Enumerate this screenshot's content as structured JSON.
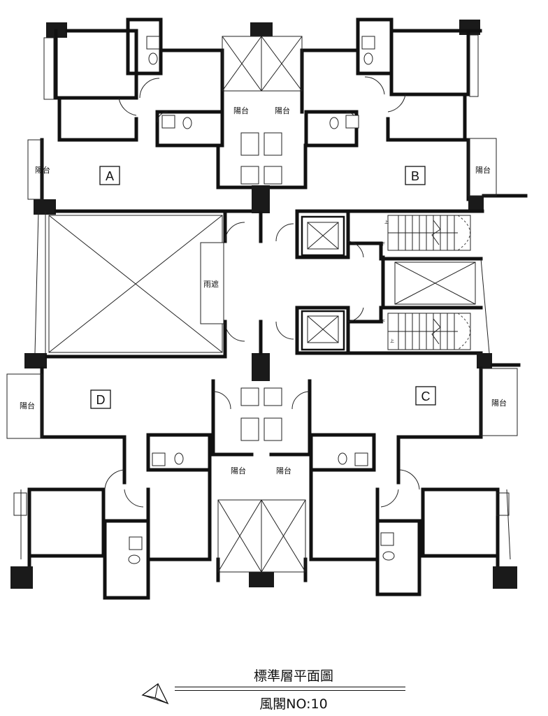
{
  "units": {
    "a": {
      "label": "A"
    },
    "b": {
      "label": "B"
    },
    "c": {
      "label": "C"
    },
    "d": {
      "label": "D"
    }
  },
  "rooms": {
    "balcony_label": "陽台",
    "canopy_label": "雨遮"
  },
  "stairs": {
    "up_label": "上",
    "down_label": "下"
  },
  "title_block": {
    "title": "標準層平面圖",
    "floor": "風閣NO:10"
  }
}
